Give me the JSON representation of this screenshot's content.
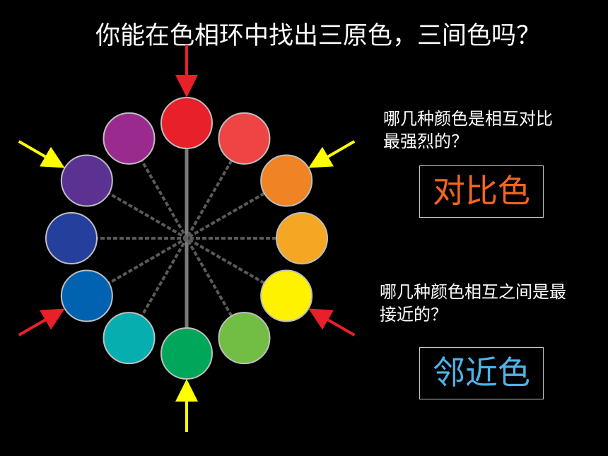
{
  "title": "你能在色相环中找出三原色，三间色吗？",
  "question_contrast": "哪几种颜色是相互对比\n最强烈的？",
  "answer_contrast": {
    "text": "对比色",
    "color": "#f26522"
  },
  "question_adjacent": "哪几种颜色相互之间是最\n接近的？",
  "answer_adjacent": {
    "text": "邻近色",
    "color": "#4fb3e8"
  },
  "color_wheel": {
    "segments": [
      {
        "name": "red",
        "color": "#e8202a"
      },
      {
        "name": "red-orange",
        "color": "#ee4444"
      },
      {
        "name": "orange",
        "color": "#f08324"
      },
      {
        "name": "yellow-orange",
        "color": "#f5a623"
      },
      {
        "name": "yellow",
        "color": "#fff200"
      },
      {
        "name": "yellow-green",
        "color": "#72be44"
      },
      {
        "name": "green",
        "color": "#00a65a"
      },
      {
        "name": "blue-green",
        "color": "#06aeb0"
      },
      {
        "name": "blue",
        "color": "#0062b1"
      },
      {
        "name": "blue-violet",
        "color": "#253f9c"
      },
      {
        "name": "violet",
        "color": "#5b3191"
      },
      {
        "name": "red-violet",
        "color": "#9b2a8f"
      }
    ]
  },
  "arrows": [
    {
      "name": "primary-arrow-red",
      "target": "red",
      "color": "#e8202a"
    },
    {
      "name": "primary-arrow-yellow",
      "target": "yellow",
      "color": "#e8202a"
    },
    {
      "name": "primary-arrow-blue",
      "target": "blue",
      "color": "#e8202a"
    },
    {
      "name": "secondary-arrow-orange",
      "target": "orange",
      "color": "#ffff00"
    },
    {
      "name": "secondary-arrow-green",
      "target": "green",
      "color": "#ffff00"
    },
    {
      "name": "secondary-arrow-violet",
      "target": "violet",
      "color": "#ffff00"
    }
  ]
}
